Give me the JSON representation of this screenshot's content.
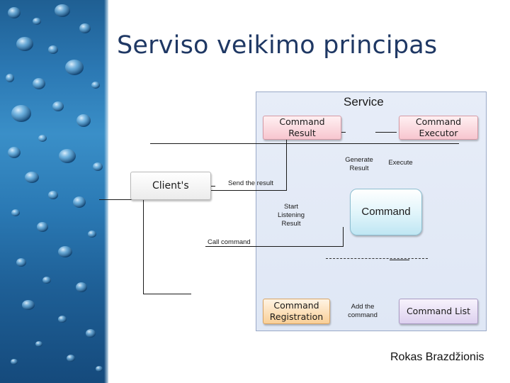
{
  "slide": {
    "title": "Serviso veikimo principas",
    "author": "Rokas Brazdžionis"
  },
  "diagram": {
    "service_label": "Service",
    "nodes": {
      "command_result": [
        "Command",
        "Result"
      ],
      "command_executor": [
        "Command",
        "Executor"
      ],
      "client": "Client's",
      "command": "Command",
      "command_registration": [
        "Command",
        "Registration"
      ],
      "command_list": "Command List"
    },
    "edge_labels": {
      "generate_result": [
        "Generate",
        "Result"
      ],
      "execute": "Execute",
      "send_result": "Send the result",
      "start_listening": [
        "Start",
        "Listening",
        "Result"
      ],
      "call_command": "Call command",
      "add_command": [
        "Add the",
        "command"
      ]
    }
  },
  "colors": {
    "title": "#1f3864",
    "pink_box": "#f7c6cf",
    "orange_box": "#f9cf97",
    "lilac_box": "#ddd0ef",
    "cyan_box": "#bfe6f3",
    "service_panel": "#e7edf8"
  }
}
